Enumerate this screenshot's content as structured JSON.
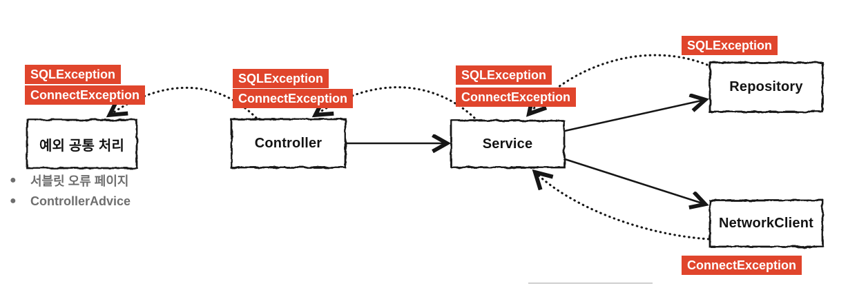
{
  "colors": {
    "badge_bg": "#e0452c",
    "badge_text": "#ffffff",
    "note_text": "#6e6e6e",
    "line": "#161616"
  },
  "nodes": {
    "handler": {
      "label": "예외 공통 처리"
    },
    "controller": {
      "label": "Controller"
    },
    "service": {
      "label": "Service"
    },
    "repository": {
      "label": "Repository"
    },
    "network_client": {
      "label": "NetworkClient"
    }
  },
  "badges": {
    "handler_sql": "SQLException",
    "handler_connect": "ConnectException",
    "controller_sql": "SQLException",
    "controller_connect": "ConnectException",
    "service_sql": "SQLException",
    "service_connect": "ConnectException",
    "repository_sql": "SQLException",
    "network_connect": "ConnectException"
  },
  "notes": {
    "bullet_1": "서블릿 오류 페이지",
    "bullet_2": "ControllerAdvice"
  }
}
